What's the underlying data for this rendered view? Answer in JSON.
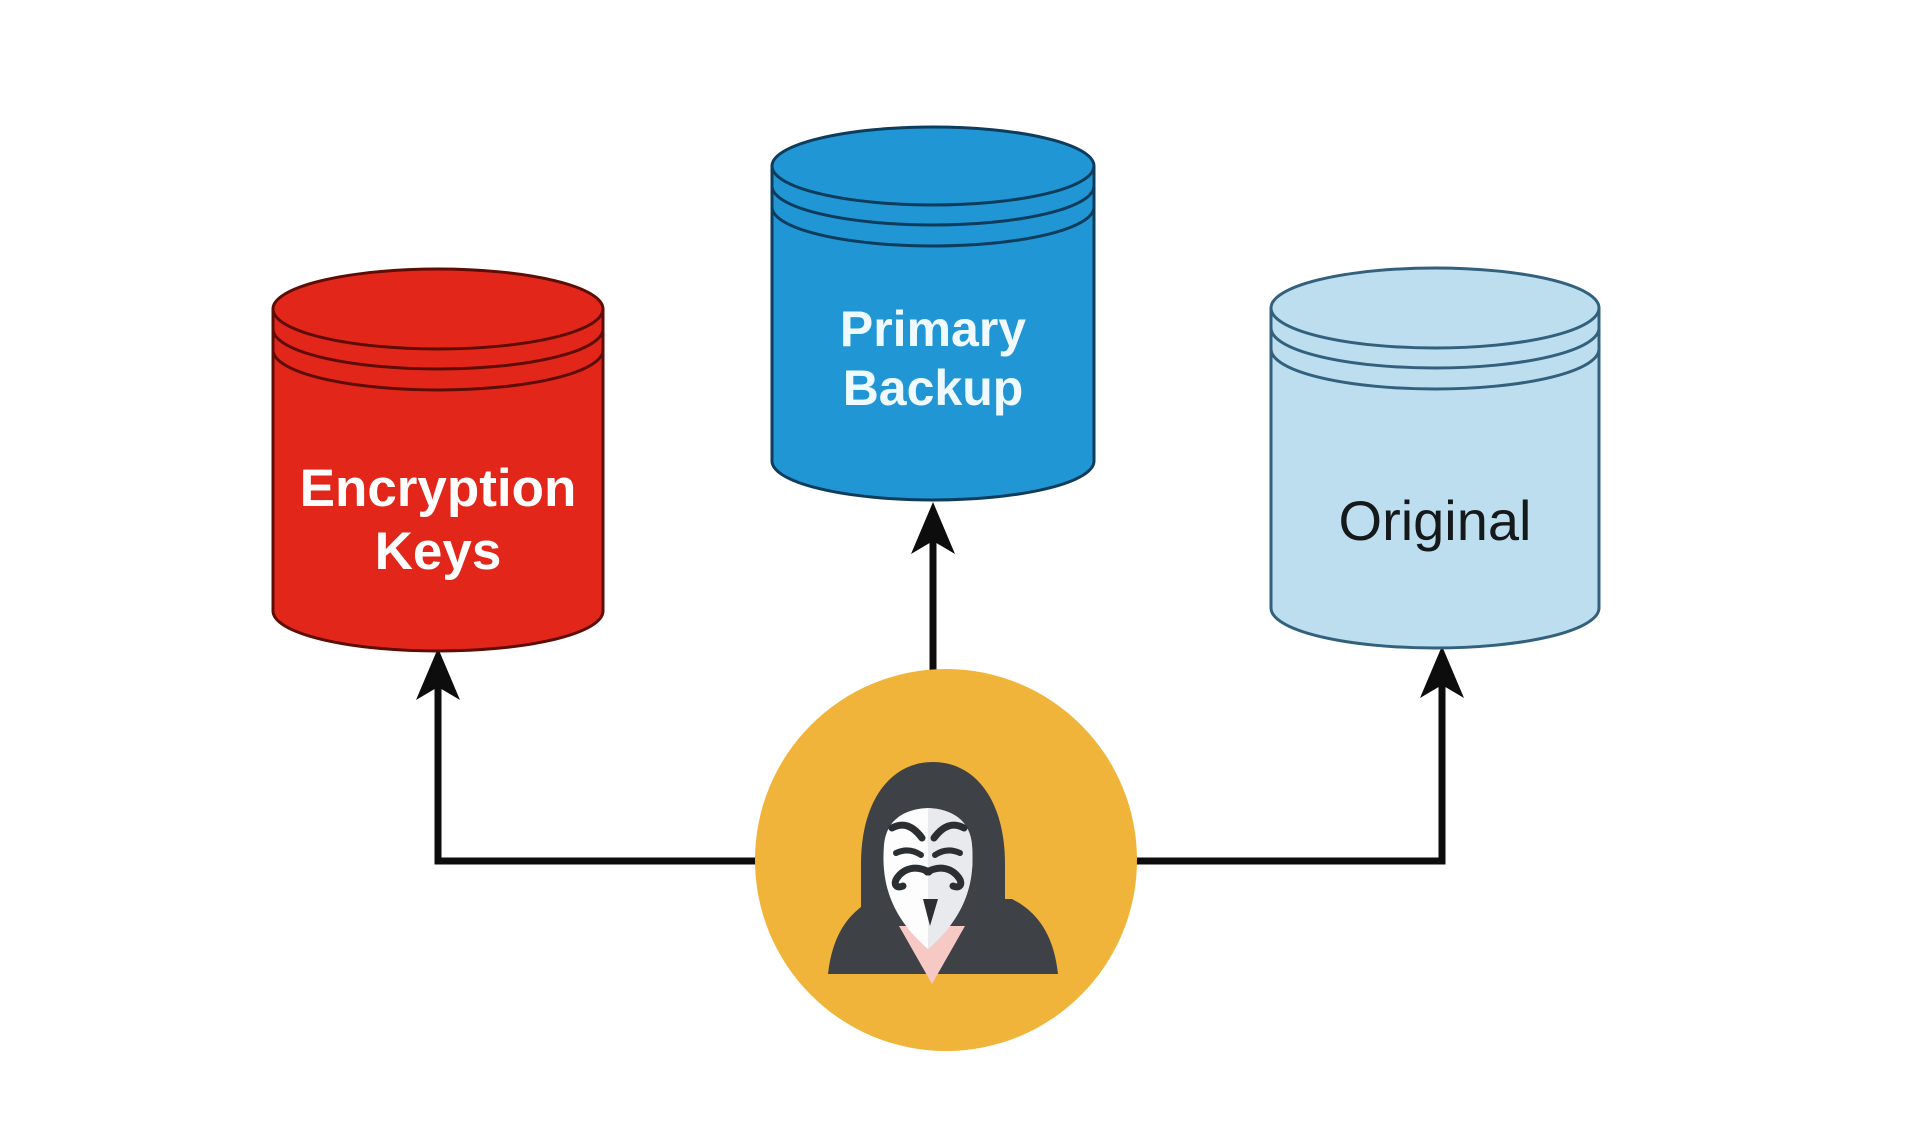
{
  "diagram": {
    "title": "ransomware attacker targeting backups diagram",
    "background_color": "#ffffff",
    "arrow_color": "#0d0d0d",
    "nodes": {
      "encryption_keys": {
        "label": "Encryption Keys",
        "shape": "database-cylinder",
        "fill": "#e2271a",
        "stroke": "#5d0d06",
        "text_color": "#ffffff"
      },
      "primary_backup": {
        "label": "Primary Backup",
        "shape": "database-cylinder",
        "fill": "#2196d4",
        "stroke": "#0e3c5c",
        "text_color": "#eefaff"
      },
      "original": {
        "label": "Original",
        "shape": "database-cylinder",
        "fill": "#bcdeee",
        "stroke": "#33607c",
        "text_color": "#16191b"
      }
    },
    "actor": {
      "icon": "anonymous-hacker-mask",
      "circle_color": "#f1b43a",
      "hood_color": "#3e4246",
      "mask_color": "#fdfdfd",
      "mask_shade_color": "#e7e8eb",
      "feature_color": "#2c2f32",
      "collar_color": "#f6c9c5"
    }
  }
}
